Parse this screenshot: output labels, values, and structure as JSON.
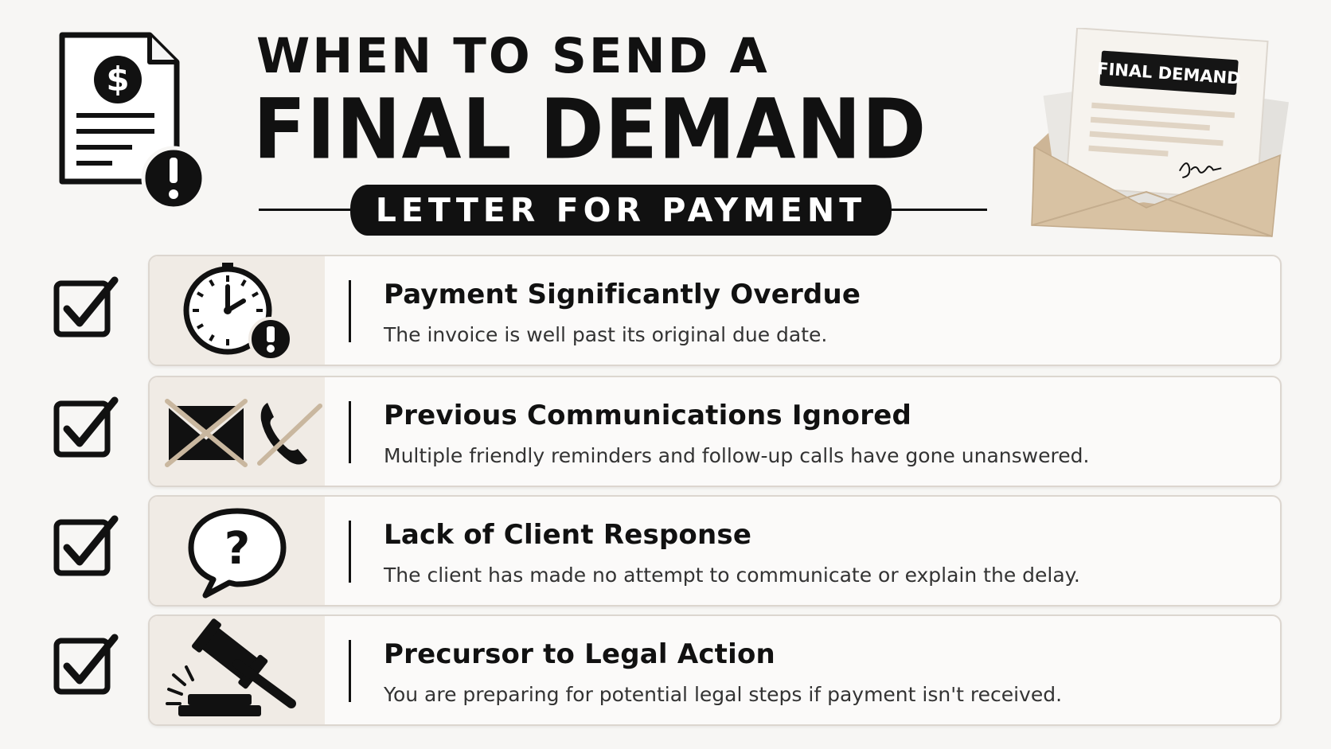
{
  "header": {
    "title_line1": "WHEN TO SEND A",
    "title_line2": "FINAL DEMAND",
    "subtitle": "LETTER FOR PAYMENT",
    "doc_icon_symbol": "$",
    "letter_label": "FINAL DEMAND"
  },
  "icons": {
    "document": "invoice-document-icon",
    "alert": "exclamation-icon",
    "letter": "envelope-letter-icon",
    "check": "checkbox-checked-icon",
    "row1": "clock-alert-icon",
    "row2": "crossed-mail-phone-icon",
    "row3": "question-bubble-icon",
    "row4": "gavel-icon"
  },
  "colors": {
    "background": "#f7f6f4",
    "ink": "#111111",
    "envelope": "#d8c2a3",
    "row_icon_bg": "#f0ebe5",
    "row_border": "#dcd6cf"
  },
  "items": [
    {
      "title": "Payment Significantly Overdue",
      "description": "The invoice is well past its original due date."
    },
    {
      "title": "Previous Communications Ignored",
      "description": "Multiple friendly reminders and follow-up calls have gone unanswered."
    },
    {
      "title": "Lack of Client Response",
      "description": "The client has made no attempt to communicate or explain the delay."
    },
    {
      "title": "Precursor to Legal Action",
      "description": "You are preparing for potential legal steps if payment isn't received."
    }
  ]
}
